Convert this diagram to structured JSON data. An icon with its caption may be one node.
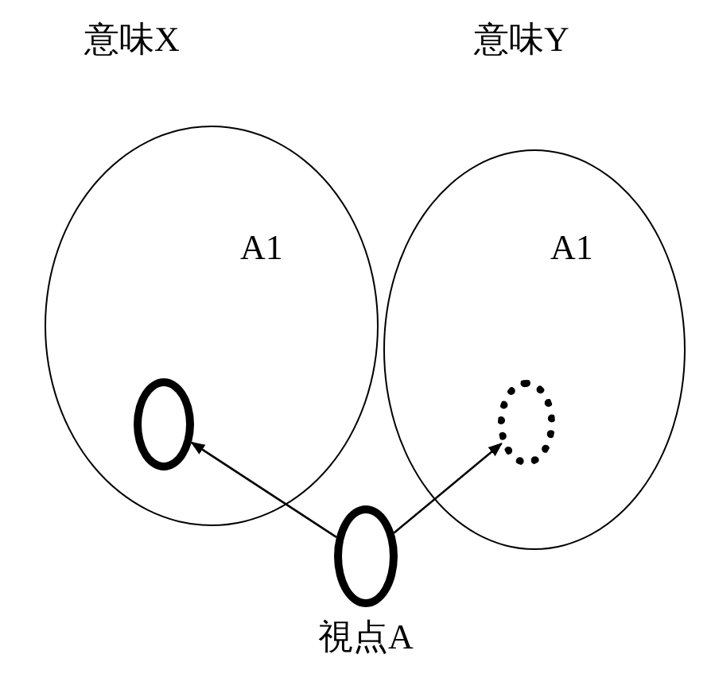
{
  "diagram": {
    "nodes": [
      {
        "text": [
          "意味X",
          "A1"
        ]
      },
      {
        "text": [],
        "shape": "circle",
        "in": 0
      },
      {
        "text": [
          "意味Y",
          "A1"
        ]
      },
      {
        "text": [],
        "shape": "circle",
        "in": 2
      },
      {
        "text": [],
        "shape": "circle",
        "beside": [
          "視点A"
        ]
      }
    ],
    "edges": [
      {
        "from": 4,
        "to": 1,
        "arrow": "to"
      },
      {
        "from": 4,
        "to": 3,
        "arrow": "to"
      }
    ]
  }
}
